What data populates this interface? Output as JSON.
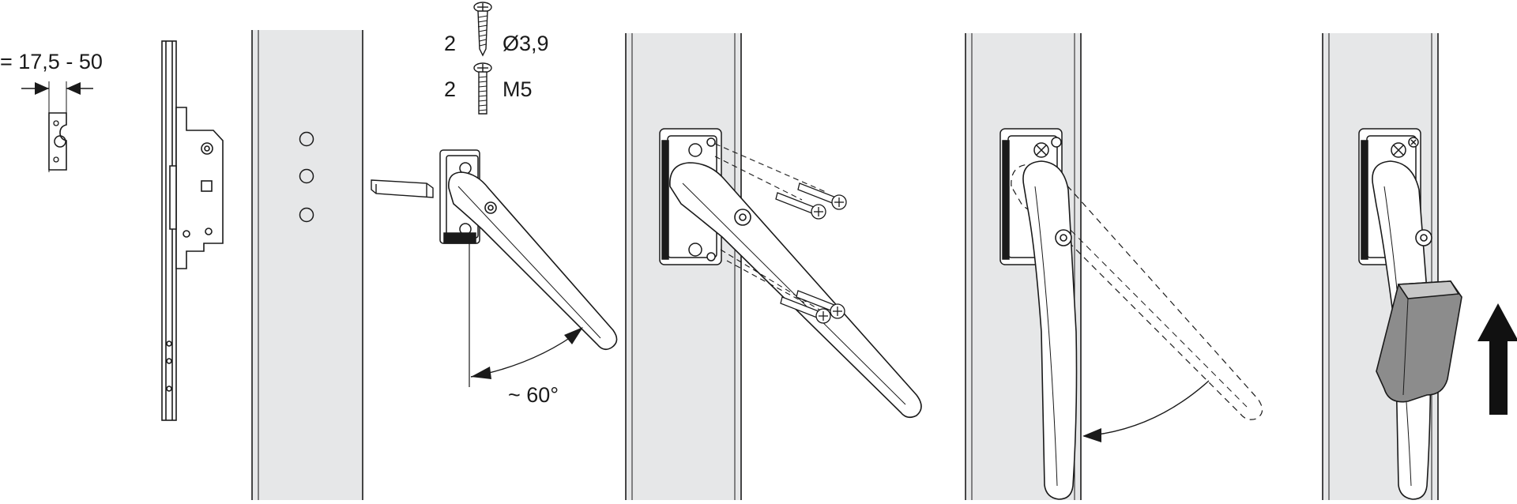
{
  "dimension": {
    "text": "= 17,5 - 50"
  },
  "screws": [
    {
      "qty": "2",
      "size": "Ø3,9",
      "icon": "wood-screw-icon"
    },
    {
      "qty": "2",
      "size": "M5",
      "icon": "machine-screw-icon"
    }
  ],
  "angle": {
    "text": "~ 60°"
  },
  "colors": {
    "frame_fill": "#e6e7e8",
    "line": "#1a1a1a",
    "cover_fill": "#8c8c8c",
    "arrow_fill": "#111111"
  }
}
